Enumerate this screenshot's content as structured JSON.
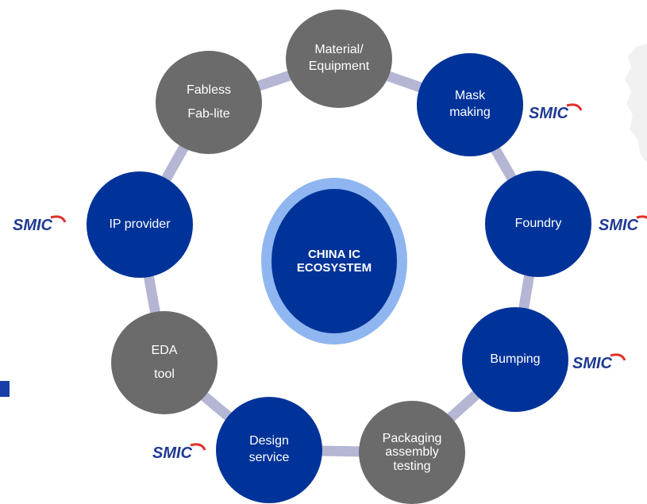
{
  "title": "",
  "center": {
    "line1": "CHINA IC",
    "line2": "ECOSYSTEM",
    "color": "#003399",
    "ring_color": "#8fb6f0"
  },
  "colors": {
    "highlighted_node": "#003399",
    "other_node": "#6b6b6b",
    "connector": "#b4b6d4",
    "logo_text": "#1f3a93",
    "logo_swoosh": "#e0312b"
  },
  "nodes": [
    {
      "id": "material-equipment",
      "lines": [
        "Material/",
        "Equipment"
      ],
      "style": "gray",
      "smic": false
    },
    {
      "id": "mask-making",
      "lines": [
        "Mask",
        "making"
      ],
      "style": "blue",
      "smic": true
    },
    {
      "id": "foundry",
      "lines": [
        "Foundry"
      ],
      "style": "blue",
      "smic": true
    },
    {
      "id": "bumping",
      "lines": [
        "Bumping"
      ],
      "style": "blue",
      "smic": true
    },
    {
      "id": "packaging",
      "lines": [
        "Packaging",
        "assembly",
        "testing"
      ],
      "style": "gray",
      "smic": false
    },
    {
      "id": "design-service",
      "lines": [
        "Design",
        "service"
      ],
      "style": "blue",
      "smic": true
    },
    {
      "id": "eda-tool",
      "lines": [
        "EDA",
        "tool"
      ],
      "style": "gray",
      "smic": false
    },
    {
      "id": "ip-provider",
      "lines": [
        "IP provider"
      ],
      "style": "blue",
      "smic": true
    },
    {
      "id": "fabless",
      "lines": [
        "Fabless",
        "Fab-lite"
      ],
      "style": "gray",
      "smic": false
    }
  ],
  "logo": {
    "text": "SMIC",
    "icon": "smic-logo"
  }
}
